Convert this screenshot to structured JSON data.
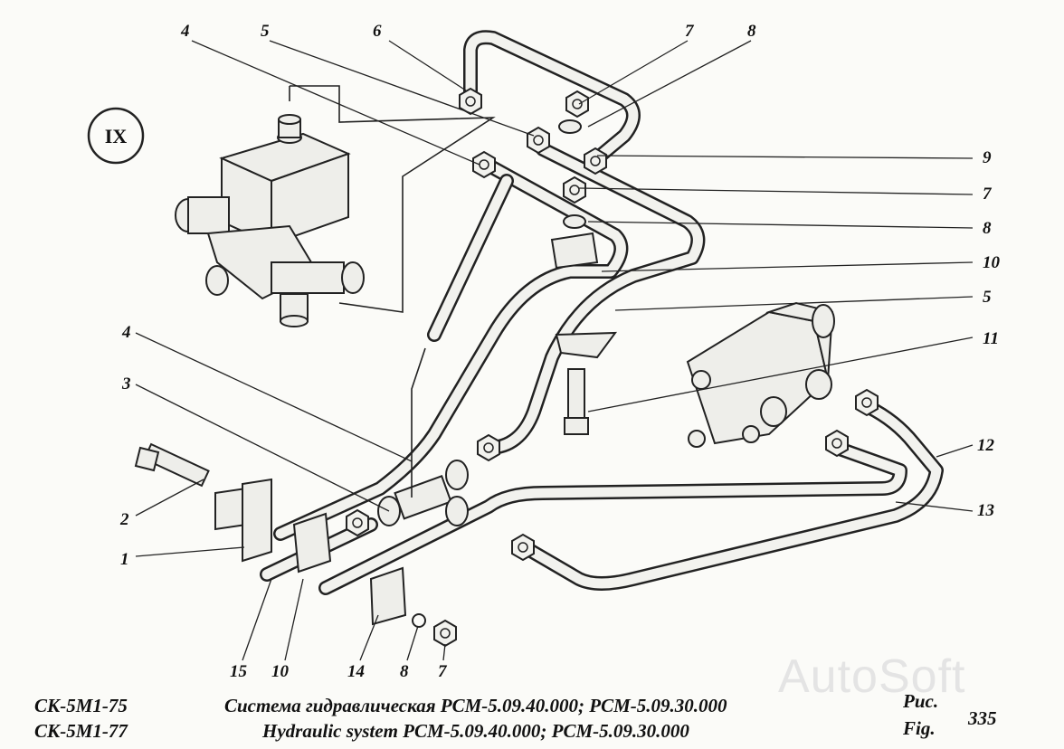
{
  "view_marker": "IX",
  "callouts": [
    {
      "id": "c4a",
      "text": "4"
    },
    {
      "id": "c5a",
      "text": "5"
    },
    {
      "id": "c6",
      "text": "6"
    },
    {
      "id": "c7a",
      "text": "7"
    },
    {
      "id": "c8a",
      "text": "8"
    },
    {
      "id": "c9",
      "text": "9"
    },
    {
      "id": "c7b",
      "text": "7"
    },
    {
      "id": "c8b",
      "text": "8"
    },
    {
      "id": "c10a",
      "text": "10"
    },
    {
      "id": "c5b",
      "text": "5"
    },
    {
      "id": "c11",
      "text": "11"
    },
    {
      "id": "c4b",
      "text": "4"
    },
    {
      "id": "c3",
      "text": "3"
    },
    {
      "id": "c12",
      "text": "12"
    },
    {
      "id": "c13",
      "text": "13"
    },
    {
      "id": "c2",
      "text": "2"
    },
    {
      "id": "c1",
      "text": "1"
    },
    {
      "id": "c15",
      "text": "15"
    },
    {
      "id": "c10b",
      "text": "10"
    },
    {
      "id": "c14",
      "text": "14"
    },
    {
      "id": "c8c",
      "text": "8"
    },
    {
      "id": "c7c",
      "text": "7"
    }
  ],
  "footer": {
    "model_1": "СК-5М1-75",
    "model_2": "СК-5М1-77",
    "title_ru": "Система гидравлическая РСМ-5.09.40.000; РСМ-5.09.30.000",
    "title_en": "Hydraulic system РСМ-5.09.40.000; РСМ-5.09.30.000",
    "fig_ru": "Рис.",
    "fig_en": "Fig.",
    "fig_number": "335"
  },
  "watermark": "AutoSoft"
}
